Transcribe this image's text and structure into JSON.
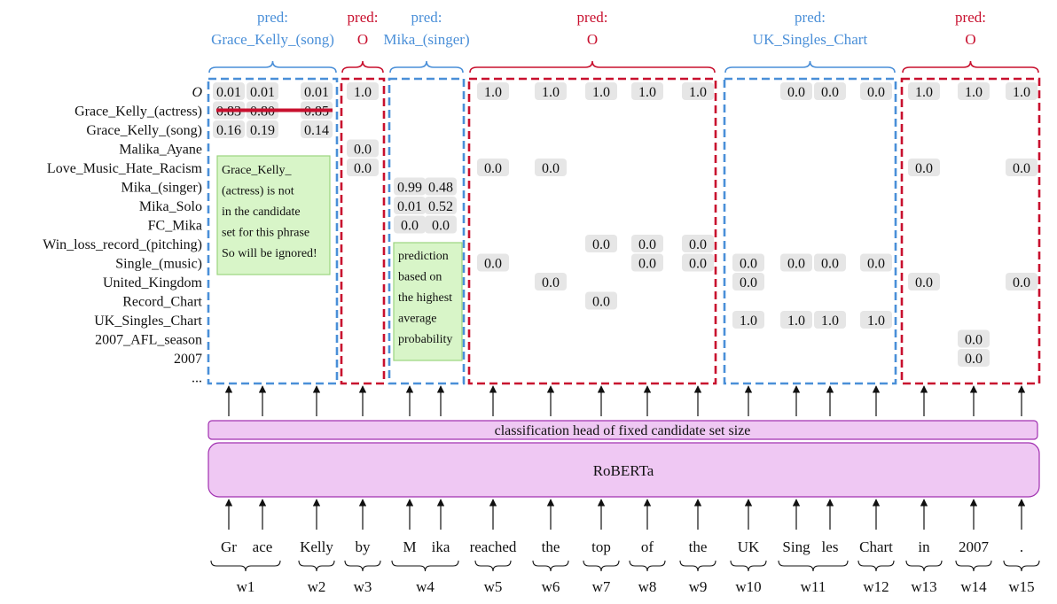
{
  "colors": {
    "blue": "#4a8fd8",
    "red": "#c8102e",
    "cell_bg": "#e6e6e6",
    "note_bg": "#d8f5c8",
    "note_border": "#9bd47e",
    "band_fill": "#efc8f3",
    "band_stroke": "#a030b0",
    "strike": "#c8102e"
  },
  "row_labels": [
    "O",
    "Grace_Kelly_(actress)",
    "Grace_Kelly_(song)",
    "Malika_Ayane",
    "Love_Music_Hate_Racism",
    "Mika_(singer)",
    "Mika_Solo",
    "FC_Mika",
    "Win_loss_record_(pitching)",
    "Single_(music)",
    "United_Kingdom",
    "Record_Chart",
    "UK_Singles_Chart",
    "2007_AFL_season",
    "2007",
    "..."
  ],
  "groups": [
    {
      "pred_label": "pred:",
      "pred_value": "Grace_Kelly_(song)",
      "color": "blue"
    },
    {
      "pred_label": "pred:",
      "pred_value": "O",
      "color": "red"
    },
    {
      "pred_label": "pred:",
      "pred_value": "Mika_(singer)",
      "color": "blue"
    },
    {
      "pred_label": "pred:",
      "pred_value": "O",
      "color": "red"
    },
    {
      "pred_label": "pred:",
      "pred_value": "UK_Singles_Chart",
      "color": "blue"
    },
    {
      "pred_label": "pred:",
      "pred_value": "O",
      "color": "red"
    }
  ],
  "tokens": [
    "Gr",
    "ace",
    "Kelly",
    "by",
    "M",
    "ika",
    "reached",
    "the",
    "top",
    "of",
    "the",
    "UK",
    "Sing",
    "les",
    "Chart",
    "in",
    "2007",
    "."
  ],
  "words": [
    "w1",
    "w2",
    "w3",
    "w4",
    "w5",
    "w6",
    "w7",
    "w8",
    "w9",
    "w10",
    "w11",
    "w12",
    "w13",
    "w14",
    "w15"
  ],
  "classification_head_label": "classification head of fixed candidate set size",
  "encoder_label": "RoBERTa",
  "notes": [
    {
      "lines": [
        "Grace_Kelly_",
        "(actress) is not",
        "in the candidate",
        "set for this phrase",
        "So will be ignored!"
      ]
    },
    {
      "lines": [
        "prediction",
        "based on",
        "the highest",
        "average",
        "probability"
      ]
    }
  ],
  "cells": [
    {
      "token": 0,
      "row": 0,
      "value": "0.01"
    },
    {
      "token": 1,
      "row": 0,
      "value": "0.01"
    },
    {
      "token": 2,
      "row": 0,
      "value": "0.01"
    },
    {
      "token": 0,
      "row": 1,
      "value": "0.83",
      "struck": true
    },
    {
      "token": 1,
      "row": 1,
      "value": "0.80",
      "struck": true
    },
    {
      "token": 2,
      "row": 1,
      "value": "0.85",
      "struck": true
    },
    {
      "token": 0,
      "row": 2,
      "value": "0.16"
    },
    {
      "token": 1,
      "row": 2,
      "value": "0.19"
    },
    {
      "token": 2,
      "row": 2,
      "value": "0.14"
    },
    {
      "token": 3,
      "row": 0,
      "value": "1.0"
    },
    {
      "token": 3,
      "row": 3,
      "value": "0.0"
    },
    {
      "token": 3,
      "row": 4,
      "value": "0.0"
    },
    {
      "token": 4,
      "row": 5,
      "value": "0.99"
    },
    {
      "token": 5,
      "row": 5,
      "value": "0.48"
    },
    {
      "token": 4,
      "row": 6,
      "value": "0.01"
    },
    {
      "token": 5,
      "row": 6,
      "value": "0.52"
    },
    {
      "token": 4,
      "row": 7,
      "value": "0.0"
    },
    {
      "token": 5,
      "row": 7,
      "value": "0.0"
    },
    {
      "token": 6,
      "row": 0,
      "value": "1.0"
    },
    {
      "token": 7,
      "row": 0,
      "value": "1.0"
    },
    {
      "token": 8,
      "row": 0,
      "value": "1.0"
    },
    {
      "token": 9,
      "row": 0,
      "value": "1.0"
    },
    {
      "token": 10,
      "row": 0,
      "value": "1.0"
    },
    {
      "token": 6,
      "row": 4,
      "value": "0.0"
    },
    {
      "token": 7,
      "row": 4,
      "value": "0.0"
    },
    {
      "token": 8,
      "row": 8,
      "value": "0.0"
    },
    {
      "token": 9,
      "row": 8,
      "value": "0.0"
    },
    {
      "token": 10,
      "row": 8,
      "value": "0.0"
    },
    {
      "token": 6,
      "row": 9,
      "value": "0.0"
    },
    {
      "token": 9,
      "row": 9,
      "value": "0.0"
    },
    {
      "token": 10,
      "row": 9,
      "value": "0.0"
    },
    {
      "token": 7,
      "row": 10,
      "value": "0.0"
    },
    {
      "token": 8,
      "row": 11,
      "value": "0.0"
    },
    {
      "token": 12,
      "row": 0,
      "value": "0.0"
    },
    {
      "token": 13,
      "row": 0,
      "value": "0.0"
    },
    {
      "token": 14,
      "row": 0,
      "value": "0.0"
    },
    {
      "token": 11,
      "row": 9,
      "value": "0.0"
    },
    {
      "token": 12,
      "row": 9,
      "value": "0.0"
    },
    {
      "token": 13,
      "row": 9,
      "value": "0.0"
    },
    {
      "token": 14,
      "row": 9,
      "value": "0.0"
    },
    {
      "token": 11,
      "row": 10,
      "value": "0.0"
    },
    {
      "token": 11,
      "row": 12,
      "value": "1.0"
    },
    {
      "token": 12,
      "row": 12,
      "value": "1.0"
    },
    {
      "token": 13,
      "row": 12,
      "value": "1.0"
    },
    {
      "token": 14,
      "row": 12,
      "value": "1.0"
    },
    {
      "token": 15,
      "row": 0,
      "value": "1.0"
    },
    {
      "token": 16,
      "row": 0,
      "value": "1.0"
    },
    {
      "token": 17,
      "row": 0,
      "value": "1.0"
    },
    {
      "token": 15,
      "row": 4,
      "value": "0.0"
    },
    {
      "token": 17,
      "row": 4,
      "value": "0.0"
    },
    {
      "token": 15,
      "row": 10,
      "value": "0.0"
    },
    {
      "token": 17,
      "row": 10,
      "value": "0.0"
    },
    {
      "token": 16,
      "row": 13,
      "value": "0.0"
    },
    {
      "token": 16,
      "row": 14,
      "value": "0.0"
    }
  ]
}
